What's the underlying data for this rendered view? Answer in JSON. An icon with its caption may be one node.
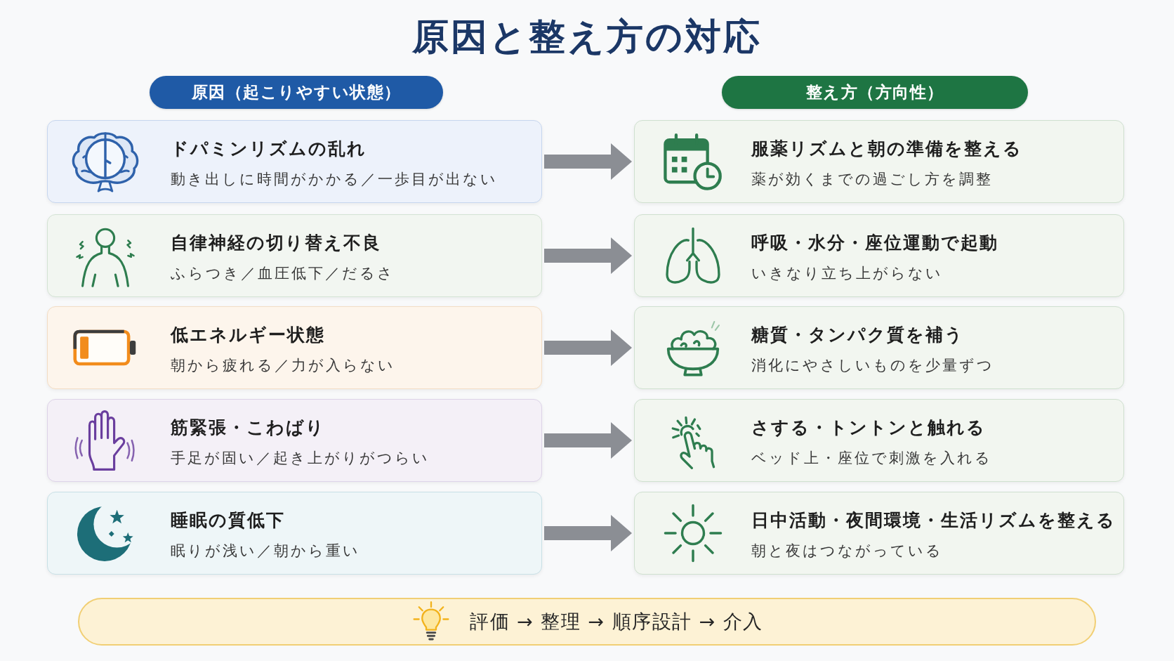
{
  "diagram": {
    "title": "原因と整え方の対応",
    "nodes": [
      {
        "text": [
          "原因（起こりやすい状態）"
        ]
      },
      {
        "text": [
          "整え方（方向性）"
        ]
      },
      {
        "text": [
          "ドパミンリズムの乱れ",
          "動き出しに時間がかかる／一歩目が出ない"
        ]
      },
      {
        "text": [
          "服薬リズムと朝の準備を整える",
          "薬が効くまでの過ごし方を調整"
        ]
      },
      {
        "text": [
          "自律神経の切り替え不良",
          "ふらつき／血圧低下／だるさ"
        ]
      },
      {
        "text": [
          "呼吸・水分・座位運動で起動",
          "いきなり立ち上がらない"
        ]
      },
      {
        "text": [
          "低エネルギー状態",
          "朝から疲れる／力が入らない"
        ]
      },
      {
        "text": [
          "糖質・タンパク質を補う",
          "消化にやさしいものを少量ずつ"
        ]
      },
      {
        "text": [
          "筋緊張・こわばり",
          "手足が固い／起き上がりがつらい"
        ]
      },
      {
        "text": [
          "さする・トントンと触れる",
          "ベッド上・座位で刺激を入れる"
        ]
      },
      {
        "text": [
          "睡眠の質低下",
          "眠りが浅い／朝から重い"
        ]
      },
      {
        "text": [
          "日中活動・夜間環境・生活リズムを整える",
          "朝と夜はつながっている"
        ]
      },
      {
        "text": [
          "評価 → 整理 → 順序設計 → 介入"
        ]
      }
    ],
    "edges": [
      {
        "from": 2,
        "to": 3,
        "arrow": "to",
        "style": "thick"
      },
      {
        "from": 4,
        "to": 5,
        "arrow": "to",
        "style": "thick"
      },
      {
        "from": 6,
        "to": 7,
        "arrow": "to",
        "style": "thick"
      },
      {
        "from": 8,
        "to": 9,
        "arrow": "to",
        "style": "thick"
      },
      {
        "from": 10,
        "to": 11,
        "arrow": "to",
        "style": "thick"
      }
    ]
  }
}
